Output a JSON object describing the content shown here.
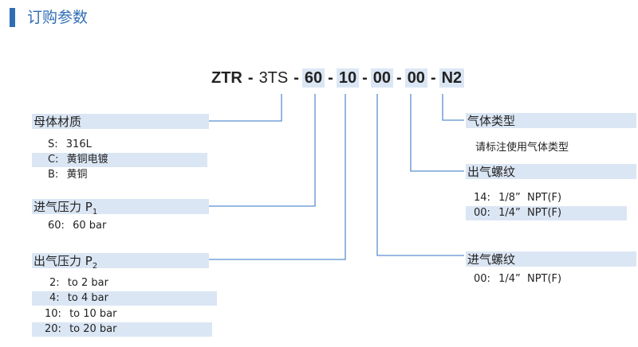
{
  "title": "订购参数",
  "model": {
    "prefix": "ZTR",
    "segments": [
      "3TS",
      "60",
      "10",
      "00",
      "00",
      "N2"
    ],
    "separator": "-"
  },
  "left_sections": [
    {
      "header": "母体材质",
      "options": [
        {
          "code": "S:",
          "value": "316L",
          "highlight": false
        },
        {
          "code": "C:",
          "value": "黄铜电镀",
          "highlight": true
        },
        {
          "code": "B:",
          "value": "黄铜",
          "highlight": false
        }
      ]
    },
    {
      "header": "进气压力 P",
      "sub": "1",
      "options": [
        {
          "code": "60:",
          "value": "60 bar",
          "highlight": false
        }
      ]
    },
    {
      "header": "出气压力 P",
      "sub": "2",
      "options": [
        {
          "code": "2:",
          "value": "to 2 bar",
          "highlight": false
        },
        {
          "code": "4:",
          "value": "to 4 bar",
          "highlight": true
        },
        {
          "code": "10:",
          "value": "to 10 bar",
          "highlight": false
        },
        {
          "code": "20:",
          "value": "to 20 bar",
          "highlight": true
        }
      ]
    }
  ],
  "right_sections": [
    {
      "header": "气体类型",
      "note": "请标注使用气体类型"
    },
    {
      "header": "出气螺纹",
      "options": [
        {
          "code": "14:",
          "value": "1/8”  NPT(F)",
          "highlight": false
        },
        {
          "code": "00:",
          "value": "1/4”  NPT(F)",
          "highlight": true
        }
      ]
    },
    {
      "header": "进气螺纹",
      "options": [
        {
          "code": "00:",
          "value": "1/4”  NPT(F)",
          "highlight": false
        }
      ]
    }
  ],
  "colors": {
    "accent": "#2f6db5",
    "highlight": "#dbe6f4",
    "line": "#5b8fd0"
  }
}
